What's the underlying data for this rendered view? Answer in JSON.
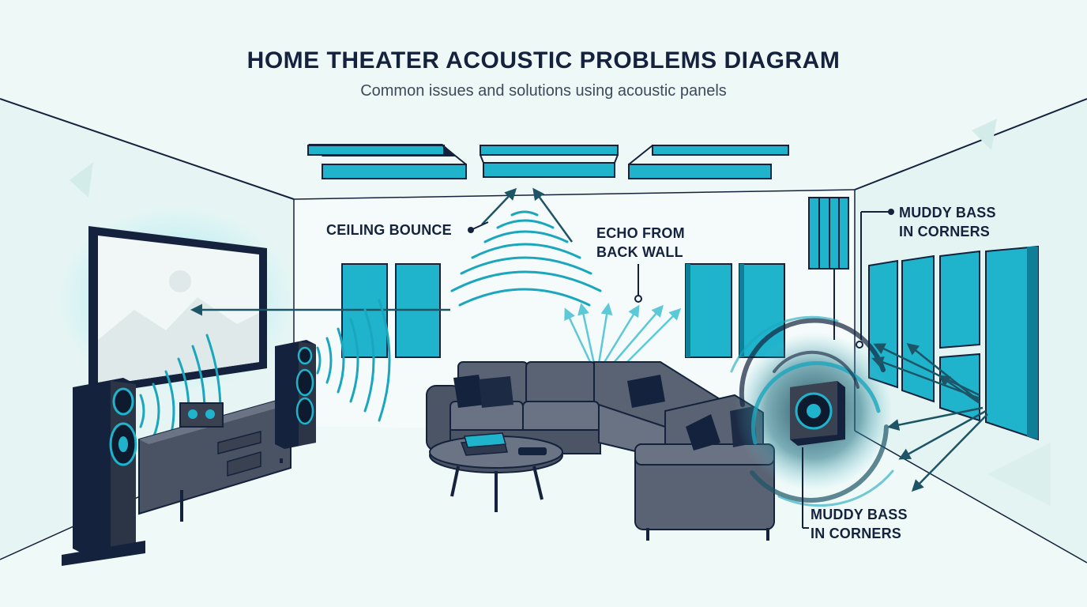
{
  "header": {
    "title": "HOME THEATER ACOUSTIC PROBLEMS DIAGRAM",
    "subtitle": "Common issues and solutions using acoustic panels"
  },
  "callouts": {
    "ceiling_bounce": "CEILING BOUNCE",
    "echo_back_wall": {
      "line1": "ECHO FROM",
      "line2": "BACK WALL"
    },
    "muddy_bass_top": {
      "line1": "MUDDY BASS",
      "line2": "IN CORNERS"
    },
    "muddy_bass_bottom": {
      "line1": "MUDDY BASS",
      "line2": "IN CORNERS"
    }
  },
  "colors": {
    "background": "#eef8f7",
    "panel": "#1fb4cc",
    "panel_dark": "#0e7f96",
    "outline": "#14223d",
    "sofa": "#555e6e",
    "wave": "#1aa6bd",
    "text": "#14223d"
  },
  "icons": [
    "tv-icon",
    "speaker-icon",
    "subwoofer-icon",
    "sofa-icon",
    "coffee-table-icon",
    "acoustic-panel-icon",
    "sound-wave-icon"
  ]
}
